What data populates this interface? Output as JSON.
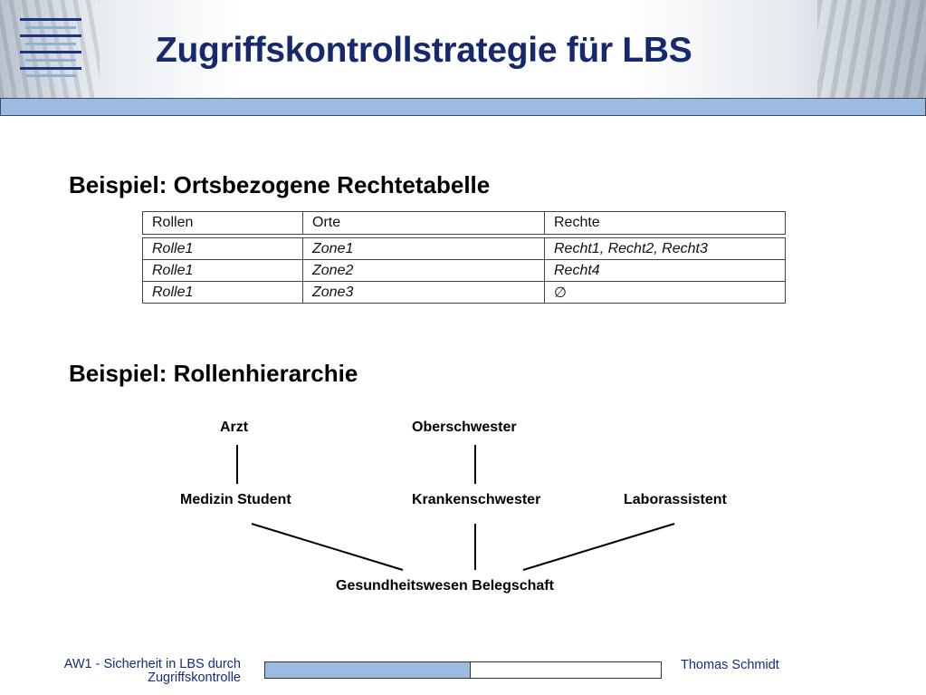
{
  "header": {
    "title": "Zugriffskontrollstrategie für LBS",
    "logo_icon": "stacked-bars-logo-icon"
  },
  "section1": {
    "heading": "Beispiel: Ortsbezogene Rechtetabelle",
    "table": {
      "columns": [
        "Rollen",
        "Orte",
        "Rechte"
      ],
      "rows": [
        [
          "Rolle1",
          "Zone1",
          "Recht1, Recht2, Recht3"
        ],
        [
          "Rolle1",
          "Zone2",
          "Recht4"
        ],
        [
          "Rolle1",
          "Zone3",
          "∅"
        ]
      ]
    }
  },
  "section2": {
    "heading": "Beispiel: Rollenhierarchie",
    "nodes": {
      "arzt": "Arzt",
      "oberschwester": "Oberschwester",
      "medizin_student": "Medizin Student",
      "krankenschwester": "Krankenschwester",
      "laborassistent": "Laborassistent",
      "belegschaft": "Gesundheitswesen Belegschaft"
    }
  },
  "footer": {
    "course_line1": "AW1 - Sicherheit in LBS durch",
    "course_line2": "Zugriffskontrolle",
    "author": "Thomas Schmidt",
    "progress_fraction": 0.52
  },
  "colors": {
    "title": "#16296e",
    "accent_bar": "#9bbbe2",
    "footer_text": "#1a2a80"
  }
}
